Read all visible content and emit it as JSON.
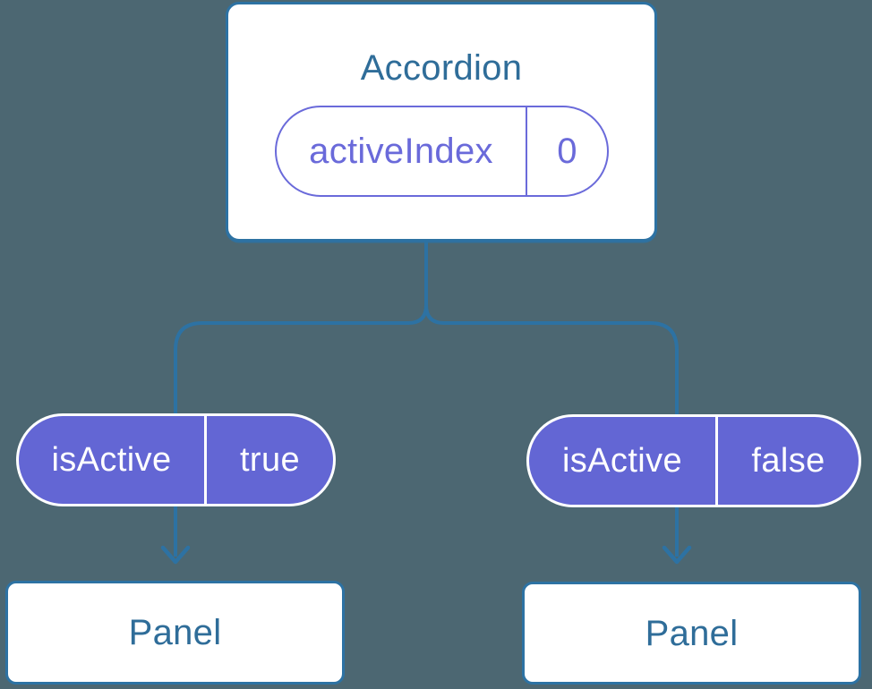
{
  "diagram": {
    "background_color": "#4c6772",
    "line_color": "#2d72a3",
    "prop_fill_color": "#6366d4",
    "state_accent_color": "#6a6ada",
    "root_node": {
      "title": "Accordion",
      "state_pill": {
        "name": "activeIndex",
        "value": "0"
      }
    },
    "prop_pills": [
      {
        "name": "isActive",
        "value": "true"
      },
      {
        "name": "isActive",
        "value": "false"
      }
    ],
    "child_nodes": [
      {
        "title": "Panel"
      },
      {
        "title": "Panel"
      }
    ]
  }
}
